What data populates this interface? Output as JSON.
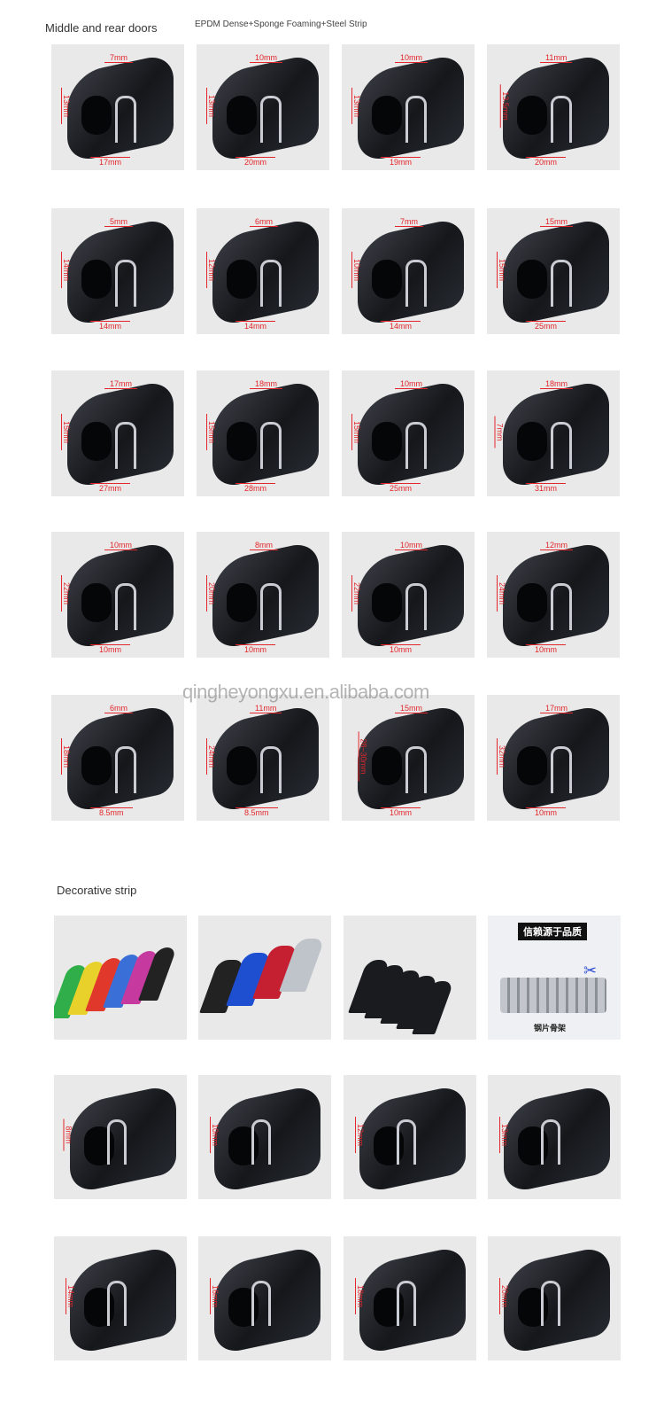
{
  "section1": {
    "title": "Middle and rear doors",
    "subtitle": "EPDM Dense+Sponge Foaming+Steel Strip",
    "products": [
      {
        "dims": [
          "7mm",
          "13mm",
          "17mm"
        ]
      },
      {
        "dims": [
          "10mm",
          "13mm",
          "20mm"
        ]
      },
      {
        "dims": [
          "10mm",
          "13mm",
          "19mm"
        ]
      },
      {
        "dims": [
          "11mm",
          "13.5mm",
          "20mm"
        ]
      },
      {
        "dims": [
          "5mm",
          "14mm",
          "14mm"
        ]
      },
      {
        "dims": [
          "6mm",
          "12mm",
          "14mm"
        ]
      },
      {
        "dims": [
          "7mm",
          "10mm",
          "14mm"
        ]
      },
      {
        "dims": [
          "15mm",
          "15mm",
          "25mm"
        ]
      },
      {
        "dims": [
          "17mm",
          "15mm",
          "27mm"
        ]
      },
      {
        "dims": [
          "18mm",
          "15mm",
          "28mm"
        ]
      },
      {
        "dims": [
          "10mm",
          "15mm",
          "25mm"
        ]
      },
      {
        "dims": [
          "18mm",
          "7mm",
          "31mm"
        ]
      },
      {
        "dims": [
          "10mm",
          "22mm",
          "10mm"
        ]
      },
      {
        "dims": [
          "8mm",
          "20mm",
          "10mm"
        ]
      },
      {
        "dims": [
          "10mm",
          "22mm",
          "10mm"
        ]
      },
      {
        "dims": [
          "12mm",
          "24mm",
          "10mm"
        ]
      },
      {
        "dims": [
          "6mm",
          "18mm",
          "8.5mm"
        ]
      },
      {
        "dims": [
          "11mm",
          "24mm",
          "8.5mm"
        ]
      },
      {
        "dims": [
          "15mm",
          "28~30mm",
          "10mm"
        ]
      },
      {
        "dims": [
          "17mm",
          "32mm",
          "10mm"
        ]
      }
    ]
  },
  "watermark": "qingheyongxu.en.alibaba.com",
  "section2": {
    "title": "Decorative strip",
    "feature_panel": {
      "heading": "信赖源于品质",
      "footer": "钢片骨架"
    },
    "strip_colors": [
      "#2fae4a",
      "#e8d12a",
      "#e0392b",
      "#3a6fd8",
      "#c63aa0",
      "#222222",
      "#1f4fd1",
      "#c42032",
      "#bfc4ca"
    ],
    "products": [
      {
        "dims": [
          "8mm"
        ]
      },
      {
        "dims": [
          "10mm"
        ]
      },
      {
        "dims": [
          "12mm"
        ]
      },
      {
        "dims": [
          "13mm"
        ]
      },
      {
        "dims": [
          "14mm"
        ]
      },
      {
        "dims": [
          "16mm"
        ]
      },
      {
        "dims": [
          "18mm"
        ]
      },
      {
        "dims": [
          "20mm"
        ]
      }
    ]
  }
}
